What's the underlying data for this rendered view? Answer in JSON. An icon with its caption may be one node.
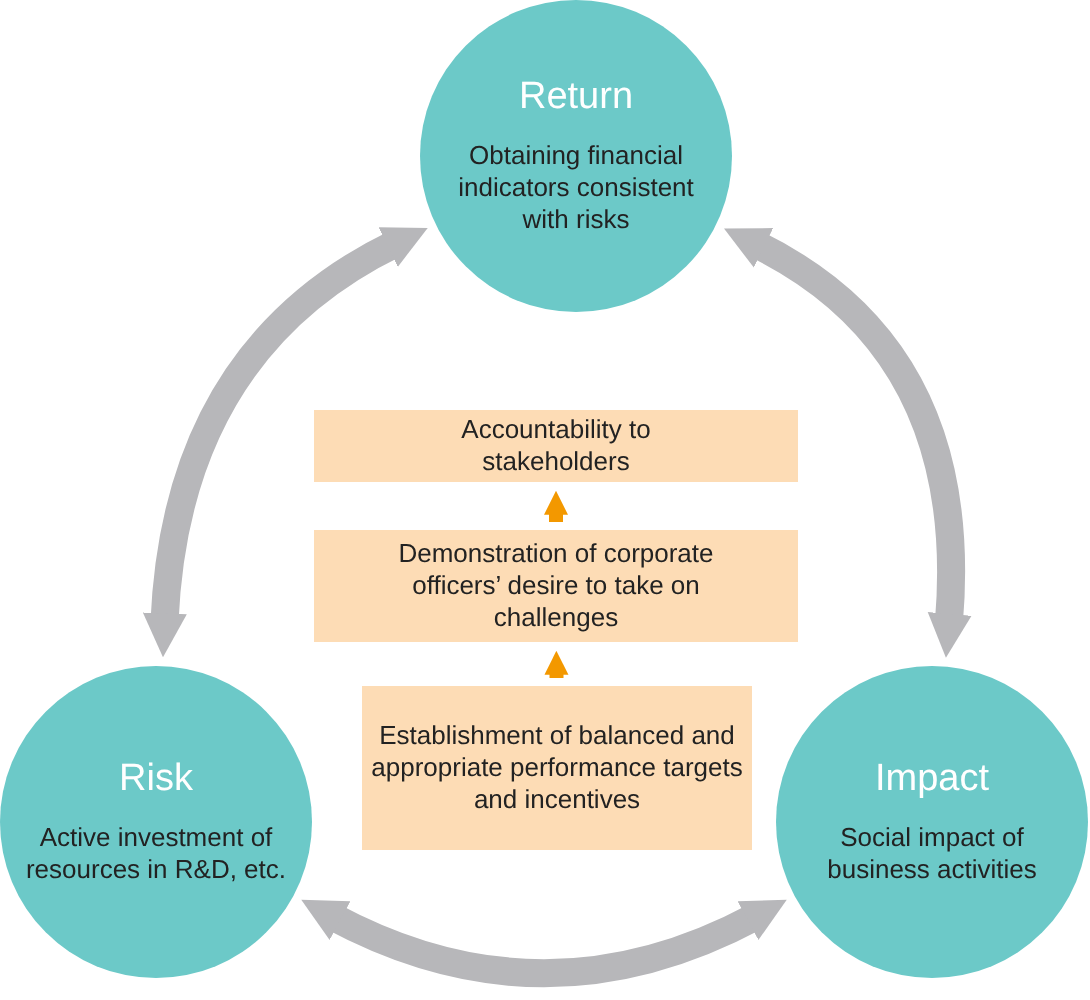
{
  "diagram": {
    "nodes": [
      {
        "text": [
          "Return",
          "Obtaining financial indicators consistent with risks"
        ]
      },
      {
        "text": [
          "Accountability to stakeholders"
        ]
      },
      {
        "text": [
          "Demonstration of corporate officers’ desire to take on challenges"
        ]
      },
      {
        "text": [
          "Establishment of balanced and appropriate performance targets and incentives"
        ]
      },
      {
        "text": [
          "Risk",
          "Active investment of resources in R&D, etc."
        ]
      },
      {
        "text": [
          "Impact",
          "Social impact of business activities"
        ]
      }
    ],
    "edges": [
      {
        "from": 4,
        "to": 0,
        "arrow": "both"
      },
      {
        "from": 0,
        "to": 5,
        "arrow": "both"
      },
      {
        "from": 4,
        "to": 5,
        "arrow": "both"
      },
      {
        "from": 3,
        "to": 2,
        "arrow": "to",
        "color": "#f39800"
      },
      {
        "from": 2,
        "to": 1,
        "arrow": "to",
        "color": "#f39800"
      }
    ]
  }
}
